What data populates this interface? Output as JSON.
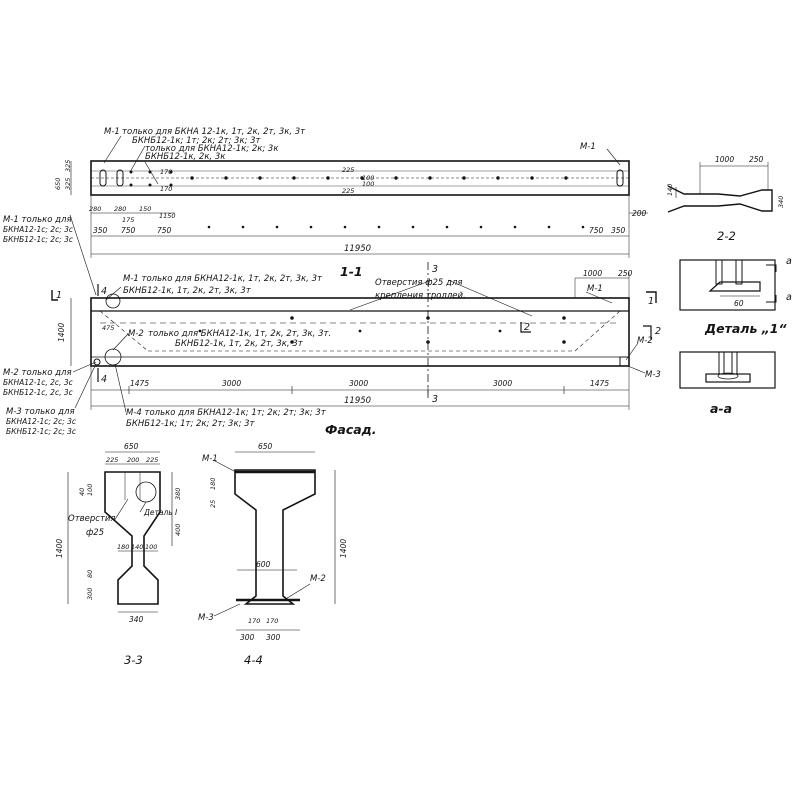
{
  "plan": {
    "labels": {
      "m1_left": "М-1",
      "m1_right": "М-1",
      "note_top1": "только для БКНА 12-1к, 1т, 2к, 2т, 3к, 3т",
      "note_top2": "БКНБ12-1к; 1т; 2к; 2т; 3к; 3т",
      "note_top3": "только для БКНА12-1к; 2к; 3к",
      "note_top4": "БКНБ12-1к, 2к, 3к",
      "m1_note": "М-1 только для",
      "m1_note_a": "БКНА12-1с; 2с; 3с",
      "m1_note_b": "БКНБ12-1с; 2с; 3с"
    },
    "dims": {
      "d650": "650",
      "d325a": "325",
      "d325b": "325",
      "d225a": "225",
      "d100a": "100",
      "d100b": "100",
      "d225b": "225",
      "d170a": "170",
      "d170b": "170",
      "d280a": "280",
      "d280b": "280",
      "d150": "150",
      "d175": "175",
      "d1150": "1150",
      "d350a": "350",
      "d750a": "750",
      "d750b": "750",
      "d750c": "750",
      "d350b": "350",
      "d200": "200",
      "d11950": "11950"
    }
  },
  "facade": {
    "labels": {
      "note_m1": "М-1 только для БКНА12-1к, 1т, 2к, 2т, 3к, 3т",
      "note_m1b": "БКНБ12-1к, 1т, 2к, 2т, 3к, 3т",
      "holes1": "Отверстия ф25 для",
      "holes2": "крепления троллей.",
      "m1": "М-1",
      "m2_left": "М-2",
      "note_m2": "только для БКНА12-1к, 1т, 2к, 2т, 3к, 3т.",
      "note_m2b": "БКНБ12-1к, 1т, 2к, 2т, 3к, 3т",
      "m2_right": "М-2",
      "m3_right": "М-3",
      "m2_only": "М-2 только для",
      "m2_only_a": "БКНА12-1с, 2с, 3с",
      "m2_only_b": "БКНБ12-1с, 2с, 3с",
      "m3_only": "М-3 только для",
      "m3_only_a": "БКНА12-1с; 2с; 3с",
      "m3_only_b": "БКНБ12-1с; 2с; 3с",
      "note_m4": "М-4 только для БКНА12-1к; 1т; 2к; 2т; 3к; 3т",
      "note_m4b": "БКНБ12-1к; 1т; 2к; 2т; 3к; 3т",
      "title": "Фасад.",
      "sec1_1": "1-1",
      "mark1_left": "1",
      "mark1_right": "1",
      "mark2": "2",
      "mark2_in": "2",
      "mark3_top": "3",
      "mark3_bot": "3",
      "mark4_top": "4",
      "mark4_bot": "4"
    },
    "dims": {
      "d1000": "1000",
      "d250": "250",
      "d1400": "1400",
      "d475": "475",
      "d1475a": "1475",
      "d3000a": "3000",
      "d3000b": "3000",
      "d3000c": "3000",
      "d1475b": "1475",
      "d11950": "11950"
    }
  },
  "section33": {
    "labels": {
      "title": "3-3",
      "holes": "Отверстия",
      "holes_d": "ф25",
      "detail": "Деталь I"
    },
    "dims": {
      "d650": "650",
      "d225a": "225",
      "d200": "200",
      "d225b": "225",
      "d40": "40",
      "d100": "100",
      "d380": "380",
      "d400": "400",
      "d1400": "1400",
      "d180": "180",
      "d140": "140",
      "d100b": "100",
      "d80": "80",
      "d300": "300",
      "d340": "340"
    }
  },
  "section44": {
    "labels": {
      "title": "4-4",
      "m1": "М-1",
      "m2": "М-2",
      "m3": "М-3"
    },
    "dims": {
      "d650": "650",
      "d25": "25",
      "d180": "180",
      "d1400": "1400",
      "d600": "600",
      "d170a": "170",
      "d170b": "170",
      "d300a": "300",
      "d300b": "300"
    }
  },
  "section22": {
    "labels": {
      "title": "2-2"
    },
    "dims": {
      "d1000": "1000",
      "d250": "250",
      "d140": "140",
      "d340": "340"
    }
  },
  "detail1": {
    "labels": {
      "title": "Деталь „1“",
      "a_top": "а",
      "a_bot": "а"
    },
    "dims": {
      "d60": "60"
    }
  },
  "sectionAA": {
    "labels": {
      "title": "а-а"
    }
  }
}
